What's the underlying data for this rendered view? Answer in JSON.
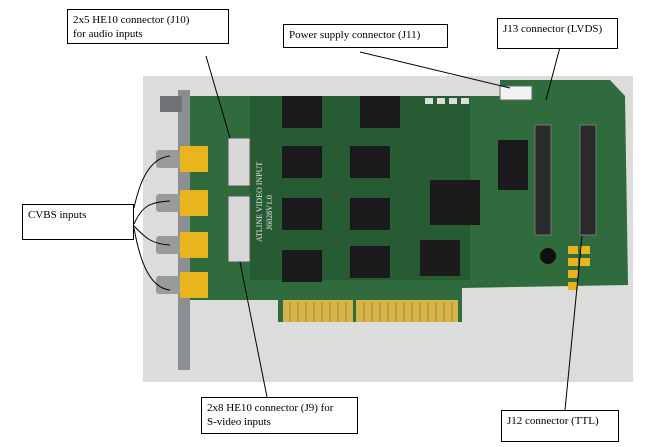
{
  "labels": {
    "audio": "2x5 HE10 connector (J10)\nfor audio inputs",
    "power": "Power supply connector (J11)",
    "lvds": "J13 connector (LVDS)",
    "cvbs": "CVBS inputs",
    "svideo": "2x8 HE10 connector (J9) for\nS-video inputs",
    "ttl": "J12 connector (TTL)"
  },
  "board_markings": {
    "vendor": "ATLINE VIDEO INPUT",
    "model": "J6028V1.0"
  },
  "colors": {
    "pcb": "#2f6b3d",
    "pcb_dark": "#1f4a2b",
    "gold": "#d7b44a",
    "bracket": "#8c8f92",
    "rca_yellow": "#e8b51f",
    "chip": "#1b1b1d"
  }
}
